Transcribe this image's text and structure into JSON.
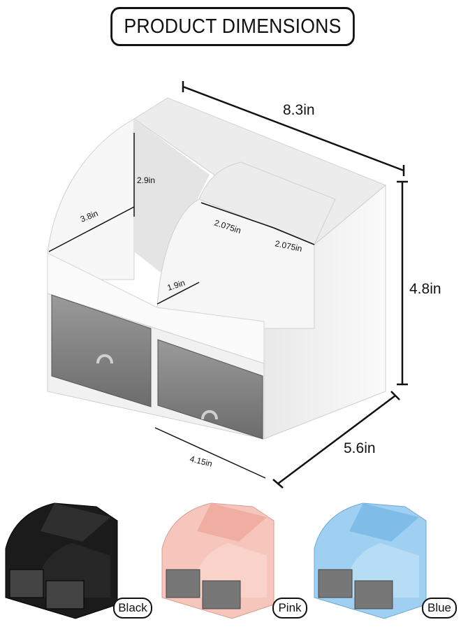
{
  "header": {
    "title": "PRODUCT DIMENSIONS"
  },
  "dimensions": {
    "width": "8.3in",
    "height": "4.8in",
    "depth": "5.6in",
    "back_compartment_height": "2.9in",
    "back_compartment_depth": "3.8in",
    "middle_compartment_a": "2.075in",
    "middle_compartment_b": "2.075in",
    "front_compartment": "1.9in",
    "drawer_width": "4.15in"
  },
  "variants": [
    {
      "label": "Black",
      "color": "#1a1a1a"
    },
    {
      "label": "Pink",
      "color": "#f2b7ae"
    },
    {
      "label": "Blue",
      "color": "#8cc4ea"
    }
  ],
  "colors": {
    "product": "#f4f4f4",
    "drawer": "#7a7a7a",
    "outline": "#111111"
  }
}
